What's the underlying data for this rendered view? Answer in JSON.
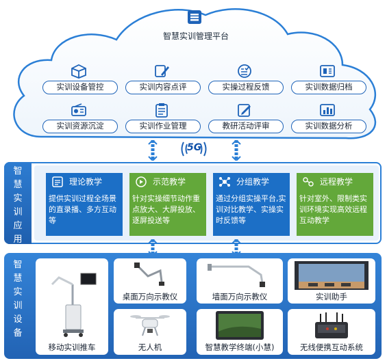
{
  "cloud": {
    "title": "智慧实训管理平台",
    "features": [
      {
        "label": "实训设备管控",
        "icon": "box-icon"
      },
      {
        "label": "实训内容点评",
        "icon": "pencil-icon"
      },
      {
        "label": "实操过程反馈",
        "icon": "list-check-icon"
      },
      {
        "label": "实训数据归档",
        "icon": "archive-icon"
      },
      {
        "label": "实训资源沉淀",
        "icon": "radio-icon"
      },
      {
        "label": "实训作业管理",
        "icon": "clipboard-icon"
      },
      {
        "label": "教研活动评审",
        "icon": "edit-doc-icon"
      },
      {
        "label": "实训数据分析",
        "icon": "bar-chart-icon"
      }
    ]
  },
  "network": {
    "label": "5G"
  },
  "application": {
    "side_label": [
      "智",
      "慧",
      "实",
      "训",
      "应",
      "用"
    ],
    "cards": [
      {
        "title": "理论教学",
        "text": "提供实训过程全场景的直录播、多方互动等",
        "color": "#1c6fc6"
      },
      {
        "title": "示范教学",
        "text": "针对实操细节动作重点放大、大屏投放、逐屏投送等",
        "color": "#63a83a"
      },
      {
        "title": "分组教学",
        "text": "通过分组实操平台,实训对比教学、实操实时反馈等",
        "color": "#1c6fc6"
      },
      {
        "title": "远程教学",
        "text": "针对室外、限制类实训环境实现高效远程互动教学",
        "color": "#63a83a"
      }
    ]
  },
  "equipment": {
    "side_label": [
      "智",
      "慧",
      "实",
      "训",
      "设",
      "备"
    ],
    "items": [
      {
        "label": "移动实训推车"
      },
      {
        "label": "桌面万向示教仪"
      },
      {
        "label": "墙面万向示教仪"
      },
      {
        "label": "实训助手"
      },
      {
        "label": "无人机"
      },
      {
        "label": "智慧教学终端(小慧)"
      },
      {
        "label": "无线便携互动系统"
      }
    ]
  }
}
